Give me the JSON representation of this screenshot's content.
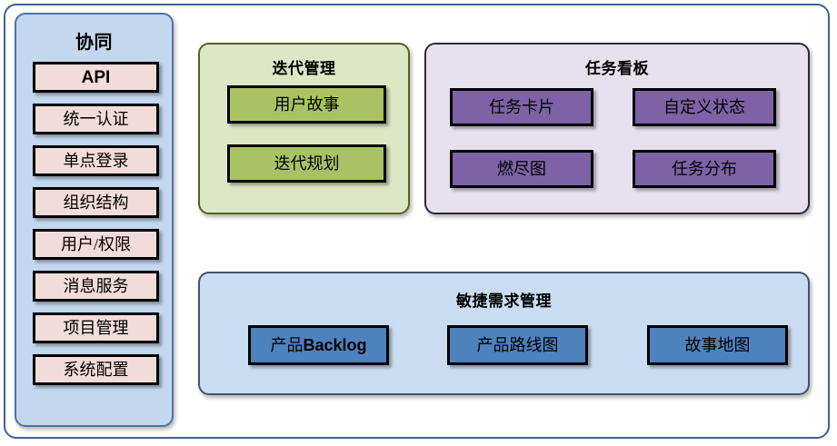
{
  "diagram": {
    "title_visible": false,
    "background": "#ffffff",
    "frame_border_color": "#3d6295"
  },
  "collaboration": {
    "title": "协同",
    "panel_fill": "#c3d7ef",
    "panel_border": "#4a73a8",
    "item_fill": "#f2dcda",
    "items": [
      {
        "label": "API",
        "style": "bold-latin"
      },
      {
        "label": "统一认证",
        "style": "serif"
      },
      {
        "label": "单点登录",
        "style": "serif"
      },
      {
        "label": "组织结构",
        "style": "serif"
      },
      {
        "label": "用户/权限",
        "style": "serif"
      },
      {
        "label": "消息服务",
        "style": "serif"
      },
      {
        "label": "项目管理",
        "style": "serif"
      },
      {
        "label": "系统配置",
        "style": "serif"
      }
    ]
  },
  "iteration": {
    "title": "迭代管理",
    "panel_fill": "#dde7c5",
    "panel_border": "#59611f",
    "item_fill": "#a9c364",
    "items": [
      {
        "label": "用户故事"
      },
      {
        "label": "迭代规划"
      }
    ]
  },
  "taskboard": {
    "title": "任务看板",
    "panel_fill": "#e7e1ef",
    "panel_border": "#2d2b33",
    "item_fill": "#7d62a6",
    "items": [
      {
        "label": "任务卡片"
      },
      {
        "label": "自定义状态"
      },
      {
        "label": "燃尽图"
      },
      {
        "label": "任务分布"
      }
    ]
  },
  "agile": {
    "title": "敏捷需求管理",
    "panel_fill": "#c9dcf1",
    "panel_border": "#44546d",
    "item_fill": "#4d82bd",
    "items": [
      {
        "label_cjk": "产品",
        "label_latin": "Backlog",
        "label": "产品Backlog"
      },
      {
        "label": "产品路线图"
      },
      {
        "label": "故事地图"
      }
    ]
  }
}
